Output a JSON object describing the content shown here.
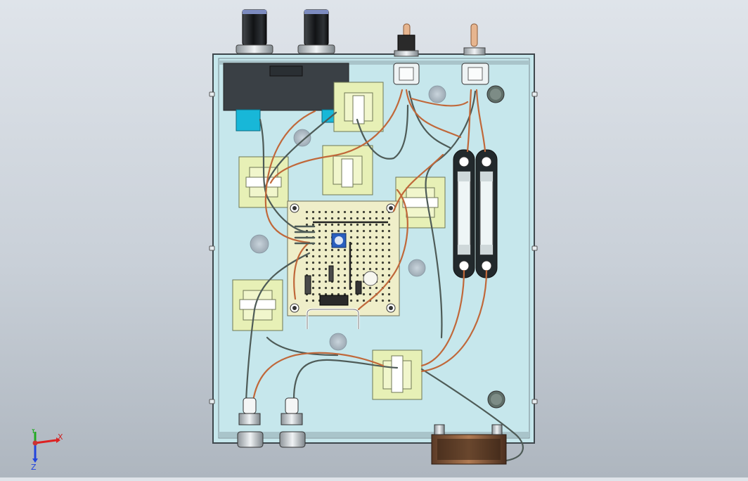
{
  "viewport": {
    "background_top": "#dfe4ea",
    "background_bottom": "#aeb6bf",
    "model": "enclosure-assembly-top-view",
    "colors": {
      "enclosure_panel": "#c6e7ec",
      "enclosure_frame": "#4f5a60",
      "pcb": "#efeec9",
      "tie_mount": "#e7f0b6",
      "wire_brown": "#c0683a",
      "wire_gray": "#4e5b57",
      "connector": "#16b9d9",
      "knob": "#1e2124",
      "fuse_holder": "#22292c"
    }
  },
  "triad": {
    "x_label": "X",
    "y_label": "Y",
    "z_label": "Z",
    "x_color": "#dd2222",
    "y_color": "#22aa22",
    "z_color": "#2244dd"
  }
}
